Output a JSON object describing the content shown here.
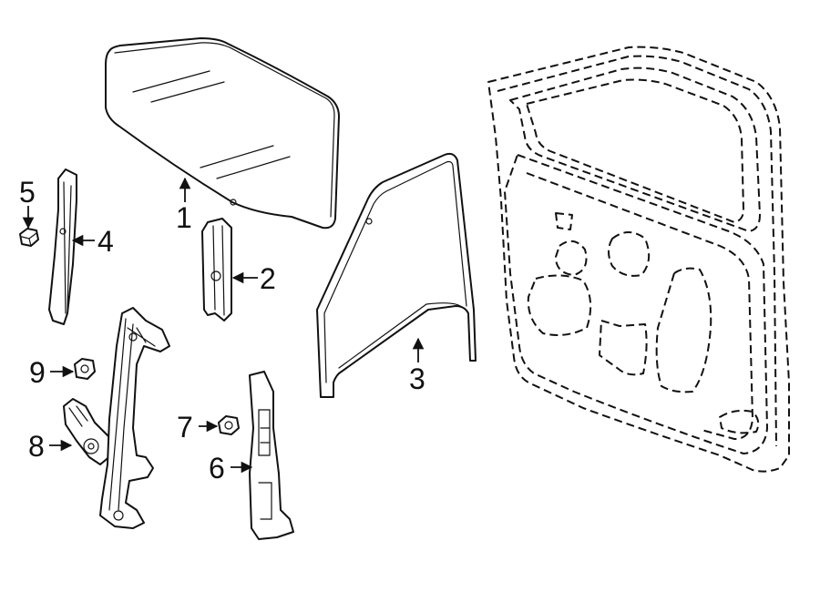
{
  "callouts": [
    {
      "id": "1",
      "label": "1"
    },
    {
      "id": "2",
      "label": "2"
    },
    {
      "id": "3",
      "label": "3"
    },
    {
      "id": "4",
      "label": "4"
    },
    {
      "id": "5",
      "label": "5"
    },
    {
      "id": "6",
      "label": "6"
    },
    {
      "id": "7",
      "label": "7"
    },
    {
      "id": "8",
      "label": "8"
    },
    {
      "id": "9",
      "label": "9"
    }
  ],
  "colors": {
    "line": "#111111",
    "background": "#ffffff"
  }
}
